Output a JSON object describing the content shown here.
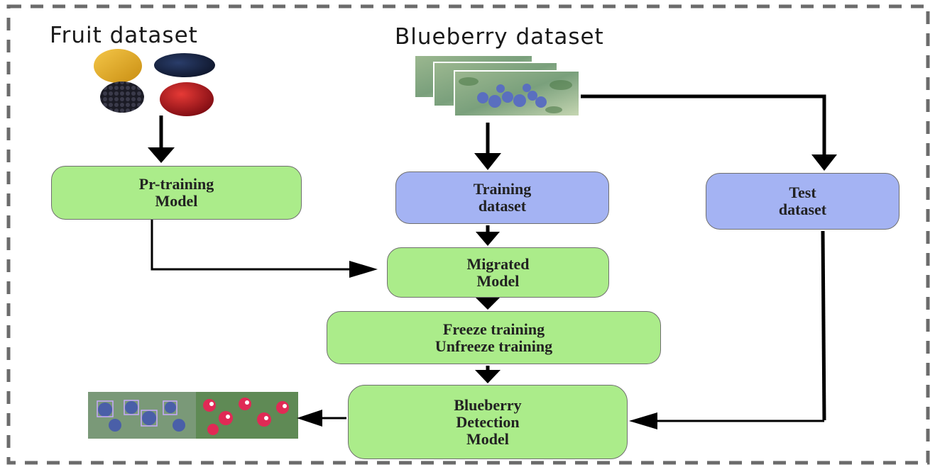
{
  "titles": {
    "fruit_dataset": "Fruit dataset",
    "blueberry_dataset": "Blueberry dataset"
  },
  "boxes": {
    "pretraining": {
      "line1": "Pr-training",
      "line2": "Model"
    },
    "training_dataset": {
      "line1": "Training",
      "line2": "dataset"
    },
    "test_dataset": {
      "line1": "Test",
      "line2": "dataset"
    },
    "migrated": {
      "line1": "Migrated",
      "line2": "Model"
    },
    "freeze": {
      "line1": "Freeze training",
      "line2": "Unfreeze training"
    },
    "detection": {
      "line1": "Blueberry",
      "line2": "Detection",
      "line3": "Model"
    }
  },
  "colors": {
    "green_box": "#abec8a",
    "blue_box": "#a4b3f3",
    "border_dash": "#6b6b6b",
    "arrow": "#000000"
  },
  "images": {
    "fruits": [
      "lemon",
      "blueberry",
      "blackberry",
      "apple"
    ],
    "blueberry_photo_stack": "blueberry-photos",
    "detection_results": "detection-result-photos"
  }
}
